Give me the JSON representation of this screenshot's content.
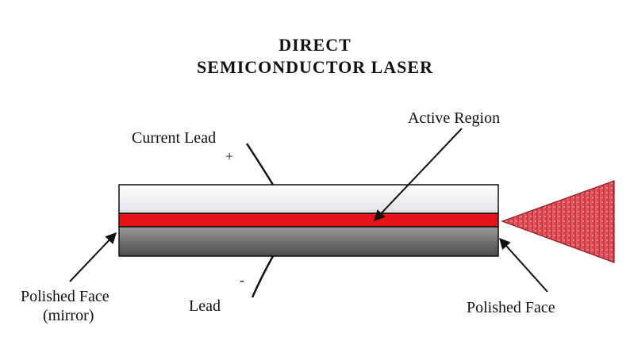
{
  "title": {
    "line1": "DIRECT",
    "line2": "SEMICONDUCTOR LASER"
  },
  "labels": {
    "current_lead": "Current Lead",
    "plus": "+",
    "active_region": "Active Region",
    "minus": "-",
    "lead": "Lead",
    "polished_face_left_line1": "Polished Face",
    "polished_face_left_line2": "(mirror)",
    "polished_face_right": "Polished Face"
  },
  "colors": {
    "active_region": "#e8121a",
    "beam": "#d9505a",
    "top_layer": "#f4f4f6",
    "bottom_layer": "#6a6a6c",
    "line": "#111111"
  }
}
